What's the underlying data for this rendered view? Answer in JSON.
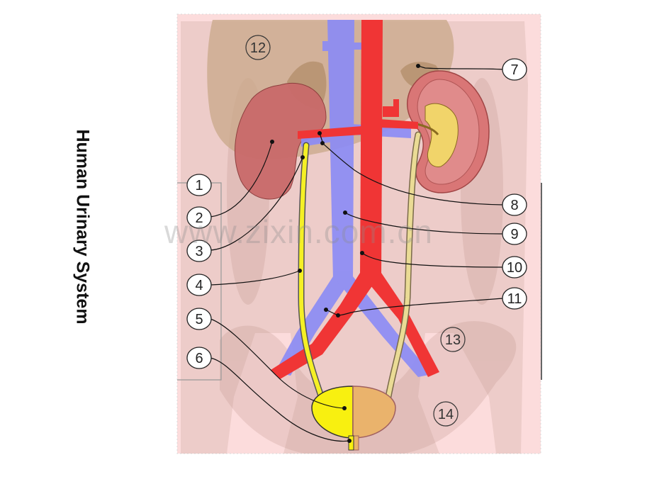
{
  "title": "Human Urinary System",
  "watermark": "www.zixin.com.cn",
  "callouts": [
    "1",
    "2",
    "3",
    "4",
    "5",
    "6",
    "7",
    "8",
    "9",
    "10",
    "11"
  ],
  "regions": [
    "12",
    "13",
    "14"
  ],
  "colors": {
    "background": "#fcdcdc",
    "vein": "#8c8cf5",
    "artery": "#f03535",
    "ureter": "#f5f025",
    "kidney": "#c96a6a",
    "bladder_left": "#f8f010",
    "bladder_right": "#eab36c"
  }
}
